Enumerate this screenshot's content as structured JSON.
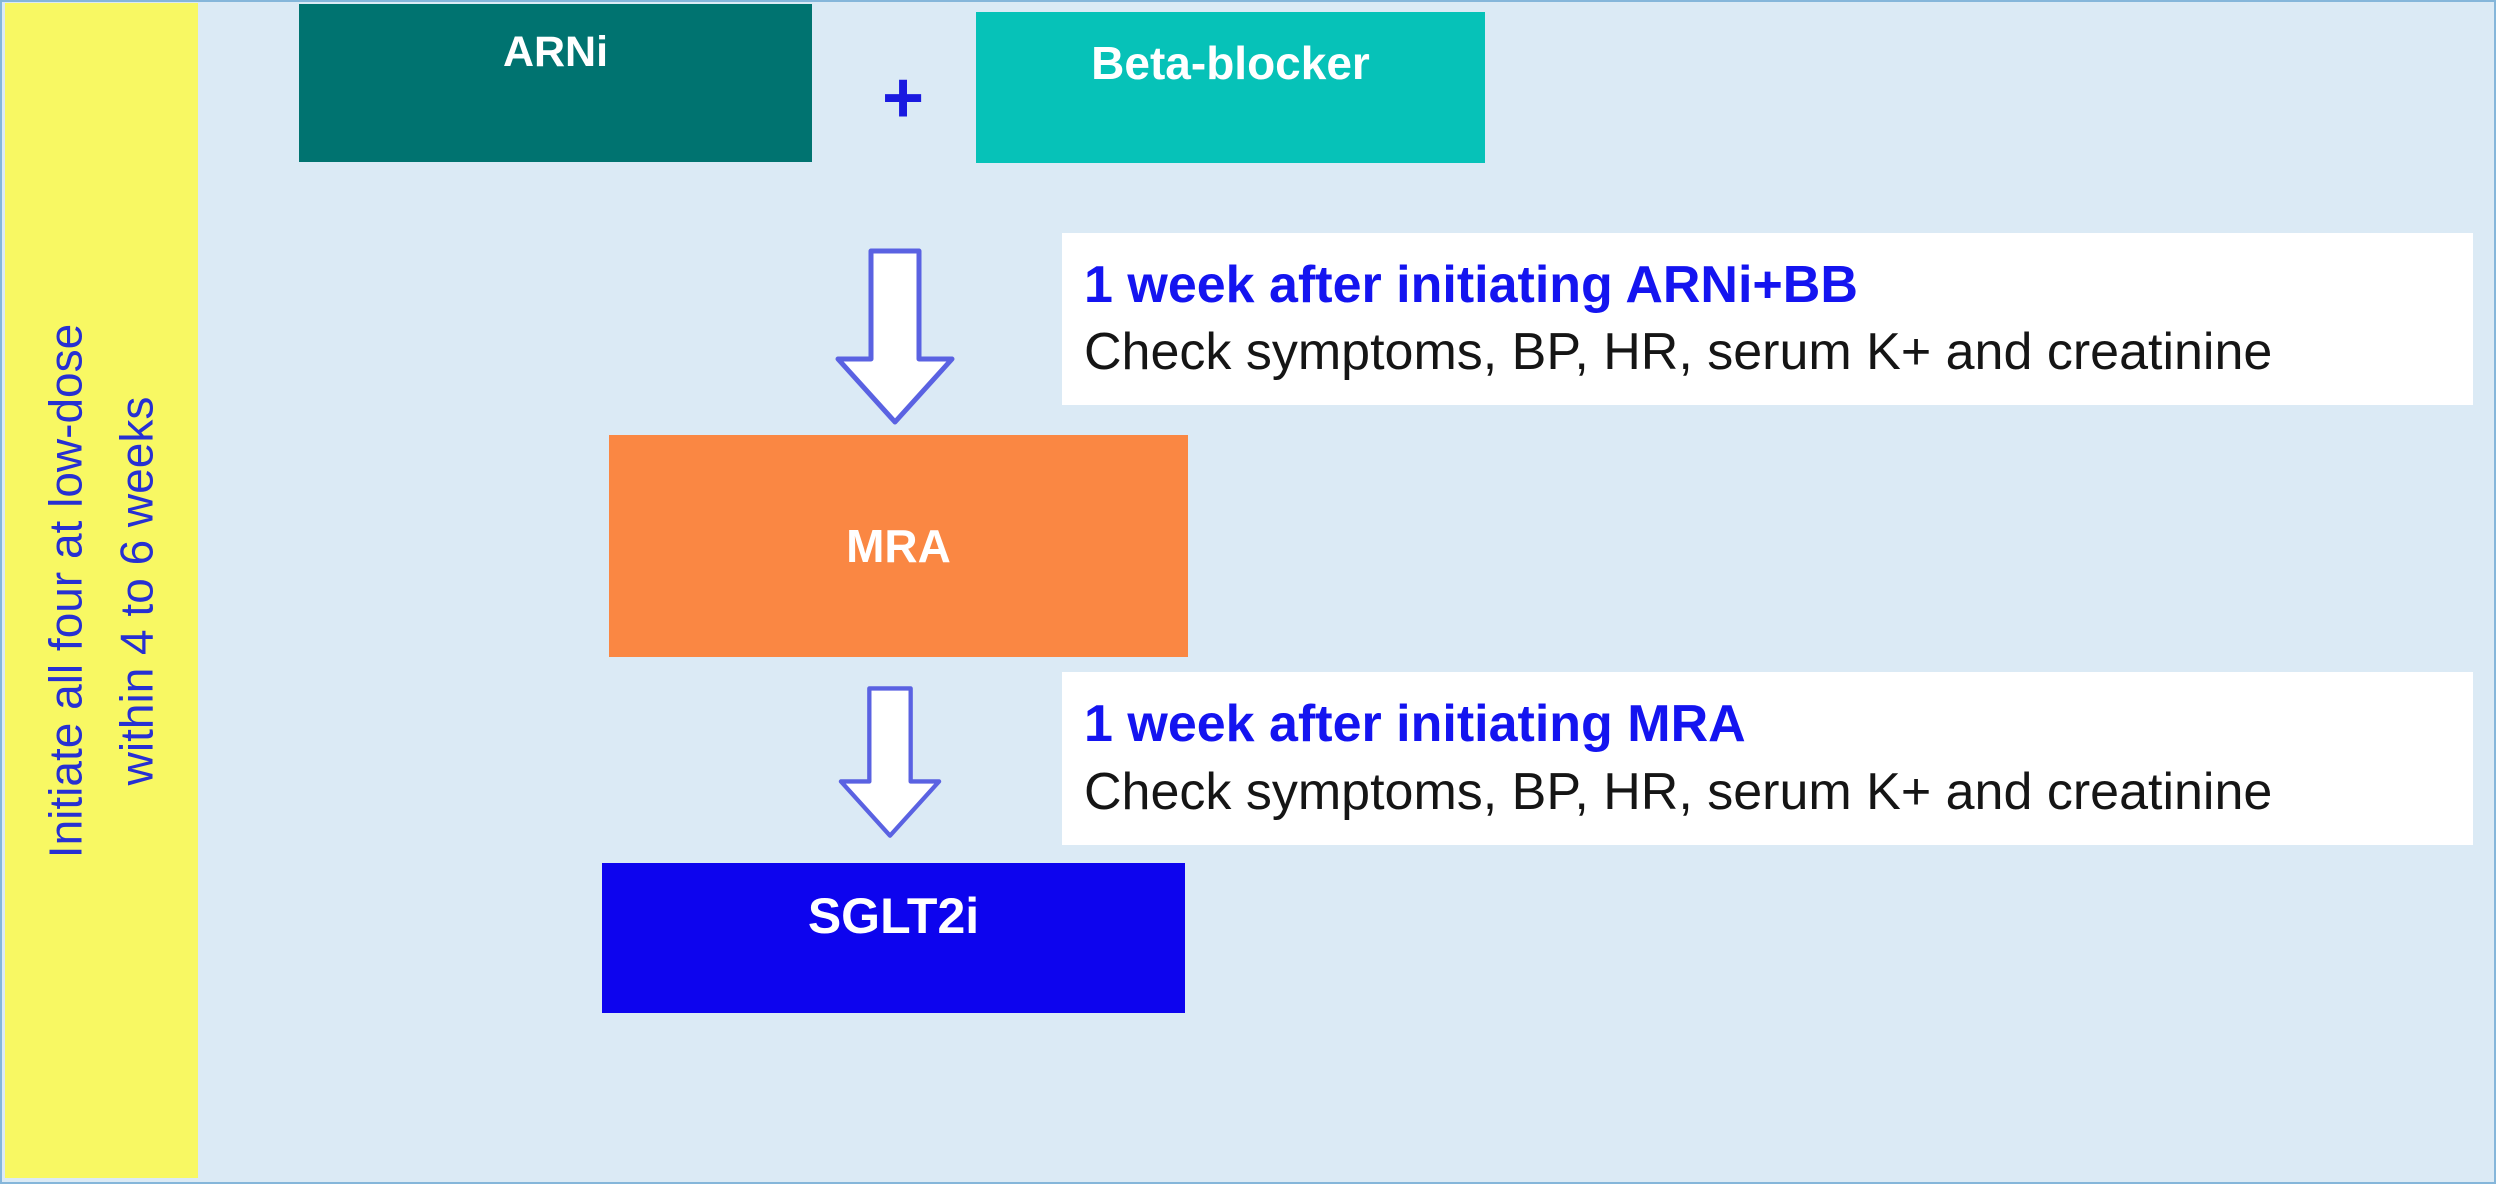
{
  "banner": {
    "line1": "Initiate all four at low-dose",
    "line2": "within 4 to 6 weeks",
    "background_color": "#f8f863",
    "text_color": "#2730d2"
  },
  "flow": {
    "arni": {
      "label": "ARNi",
      "color": "#007370"
    },
    "plus_sign": "+",
    "beta_blocker": {
      "label": "Beta-blocker",
      "color": "#06c2b8"
    },
    "mra": {
      "label": "MRA",
      "color": "#fa8743"
    },
    "sglt2i": {
      "label": "SGLT2i",
      "color": "#0d04ee"
    },
    "label_text_color": "#ffffff"
  },
  "notes": [
    {
      "title": "1 week after initiating ARNi+BB",
      "body": "Check symptoms, BP, HR, serum K+ and creatinine"
    },
    {
      "title": "1 week after initiating MRA",
      "body": "Check symptoms, BP, HR, serum K+ and creatinine"
    }
  ],
  "note_style": {
    "title_color": "#1414f0",
    "body_color": "#151515",
    "background": "#ffffff"
  },
  "arrow": {
    "fill": "#ffffff",
    "outline": "#5a62e2"
  },
  "panel": {
    "background": "#dbeaf5",
    "border_color": "#85b6da"
  }
}
